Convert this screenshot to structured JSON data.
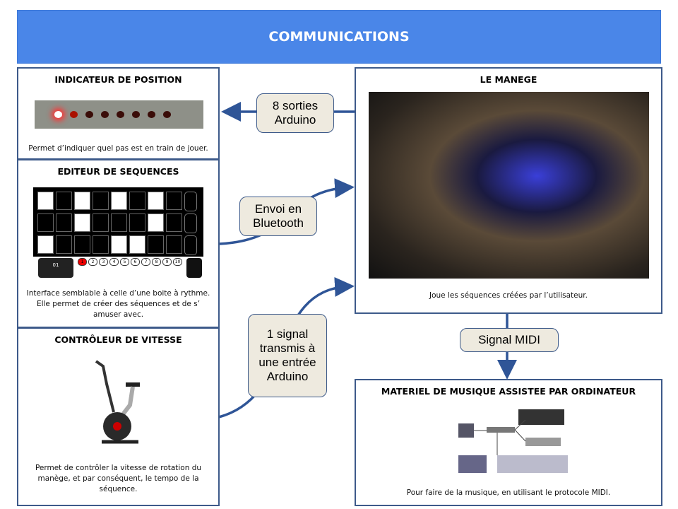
{
  "header": {
    "title": "COMMUNICATIONS",
    "color": "#4a86e8"
  },
  "panels": {
    "position": {
      "title": "INDICATEUR DE POSITION",
      "desc": "Permet d’indiquer quel pas est en train de jouer.",
      "leds_lit": 1,
      "leds_total": 8
    },
    "editor": {
      "title": "EDITEUR DE SEQUENCES",
      "desc": "Interface semblable à celle d’une boite à rythme. Elle permet de créer des séquences et de s’ amuser avec.",
      "grid": [
        [
          1,
          0,
          1,
          0,
          1,
          0,
          1,
          0
        ],
        [
          0,
          0,
          1,
          0,
          0,
          0,
          1,
          0
        ],
        [
          1,
          0,
          0,
          0,
          1,
          1,
          0,
          0
        ]
      ],
      "bank_value": "01",
      "steps": [
        "1",
        "2",
        "3",
        "4",
        "5",
        "6",
        "7",
        "8",
        "9",
        "10"
      ]
    },
    "speed": {
      "title": "CONTRÔLEUR DE VITESSE",
      "desc": "Permet de contrôler la vitesse de rotation du manège, et par conséquent, le tempo de la séquence."
    },
    "manege": {
      "title": "LE MANEGE",
      "desc": "Joue les séquences créées par l’utilisateur."
    },
    "mao": {
      "title": "MATERIEL DE MUSIQUE ASSISTEE PAR ORDINATEUR",
      "desc": "Pour faire de la musique, en utilisant le protocole MIDI."
    }
  },
  "links": {
    "outputs": "8 sorties Arduino",
    "bluetooth": "Envoi en Bluetooth",
    "signal": "1 signal transmis à une entrée Arduino",
    "midi": "Signal MIDI"
  }
}
